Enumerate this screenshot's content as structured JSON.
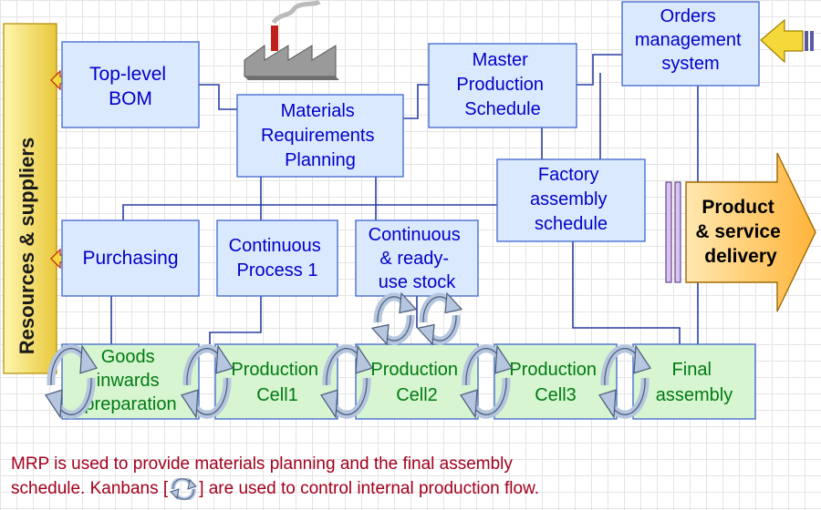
{
  "colors": {
    "box_fill": "#dbe9ff",
    "box_stroke": "#4a6fcf",
    "box_text": "#0000c8",
    "cell_fill": "#d6f5d0",
    "cell_text": "#007a12",
    "supplier_fill": "#f6e27a",
    "delivery_fill": "#ffd070",
    "delivery_text": "#000000",
    "line": "#2a3fa0",
    "arrow_yellow": "#f5d83a",
    "caption_text": "#a3001e",
    "kanban_fill": "#b5c6de"
  },
  "sidebar": {
    "label": "Resources & suppliers"
  },
  "boxes": {
    "top_bom": {
      "lines": [
        "Top-level",
        "BOM"
      ]
    },
    "mrp": {
      "lines": [
        "Materials",
        "Requirements",
        "Planning"
      ]
    },
    "mps": {
      "lines": [
        "Master",
        "Production",
        "Schedule"
      ]
    },
    "orders": {
      "lines": [
        "Orders",
        "management",
        "system"
      ]
    },
    "factory": {
      "lines": [
        "Factory",
        "assembly",
        "schedule"
      ]
    },
    "purchasing": {
      "lines": [
        "Purchasing"
      ]
    },
    "continuous_process": {
      "lines": [
        "Continuous",
        "Process 1"
      ]
    },
    "stock": {
      "lines": [
        "Continuous",
        "& ready-",
        "use stock"
      ]
    }
  },
  "cells": {
    "goods": {
      "lines": [
        "Goods",
        "inwards",
        "preparation"
      ]
    },
    "cell1": {
      "lines": [
        "Production",
        "Cell1"
      ]
    },
    "cell2": {
      "lines": [
        "Production",
        "Cell2"
      ]
    },
    "cell3": {
      "lines": [
        "Production",
        "Cell3"
      ]
    },
    "final": {
      "lines": [
        "Final",
        "assembly"
      ]
    }
  },
  "delivery": {
    "lines": [
      "Product",
      "& service",
      "delivery"
    ]
  },
  "caption": {
    "line1": "MRP is used to provide materials planning and the final assembly",
    "line2_pre": "schedule. Kanbans [",
    "line2_post": "] are used to control internal production flow."
  }
}
